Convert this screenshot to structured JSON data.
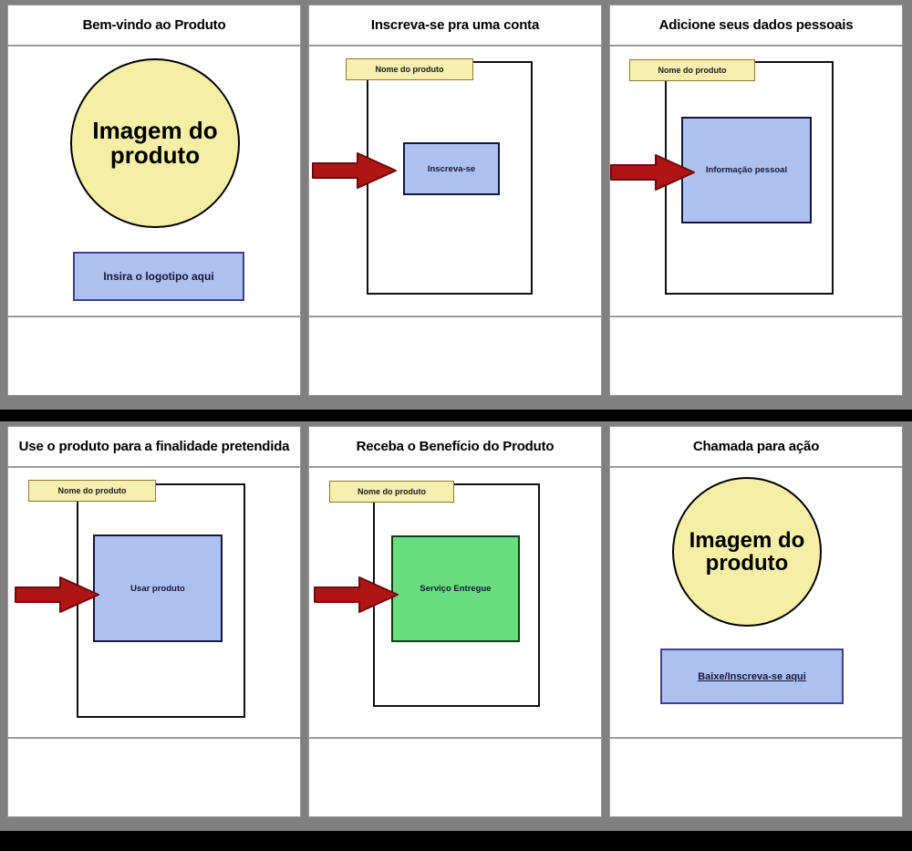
{
  "storyboard": {
    "title_row_height": 50,
    "accent_colors": {
      "yellow": "#f5efa6",
      "blue": "#adc1f0",
      "green": "#68de7f",
      "arrow_red": "#b01515",
      "frame_gray": "#808080"
    },
    "rows": [
      {
        "panels": [
          {
            "title": "Bem-vindo ao Produto",
            "scene_type": "hero",
            "circle_label": "Imagem do produto",
            "cta_label": "Insira o logotipo aqui",
            "caption": ""
          },
          {
            "title": "Inscreva-se pra uma conta",
            "scene_type": "screen",
            "name_bar": "Nome do produto",
            "box_label": "Inscreva-se",
            "box_color": "blue",
            "arrow": "arrow-right-icon",
            "caption": ""
          },
          {
            "title": "Adicione seus dados pessoais",
            "scene_type": "screen",
            "name_bar": "Nome do produto",
            "box_label": "Informação pessoal",
            "box_color": "blue",
            "arrow": "arrow-right-icon",
            "caption": ""
          }
        ]
      },
      {
        "panels": [
          {
            "title": "Use o produto para a finalidade pretendida",
            "scene_type": "screen",
            "name_bar": "Nome do produto",
            "box_label": "Usar produto",
            "box_color": "blue",
            "arrow": "arrow-right-icon",
            "caption": ""
          },
          {
            "title": "Receba o Benefício do Produto",
            "scene_type": "screen",
            "name_bar": "Nome do produto",
            "box_label": "Serviço Entregue",
            "box_color": "green",
            "arrow": "arrow-right-icon",
            "caption": ""
          },
          {
            "title": "Chamada para ação",
            "scene_type": "hero",
            "circle_label": "Imagem do produto",
            "cta_label": "Baixe/Inscreva-se aqui",
            "caption": ""
          }
        ]
      }
    ]
  }
}
